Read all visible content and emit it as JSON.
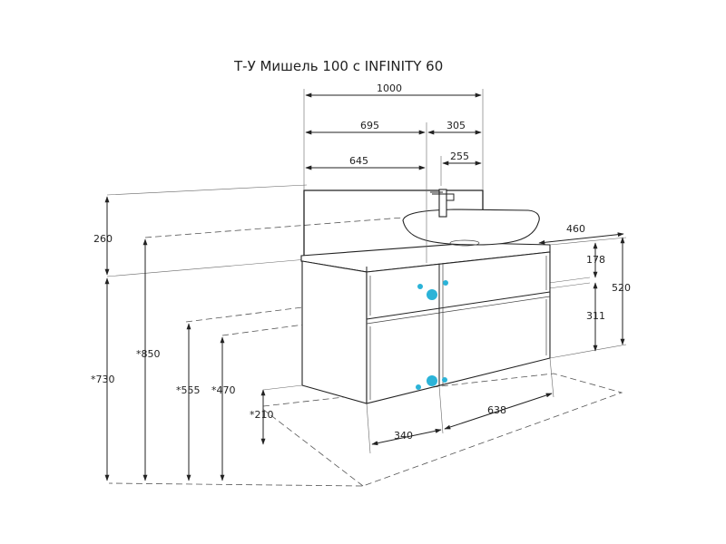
{
  "title": "Т-У Мишель 100 с  INFINITY 60",
  "dimensions": {
    "total_width": "1000",
    "left_to_tap": "695",
    "tap_to_right": "305",
    "left_to_drain": "645",
    "drain_to_right": "255",
    "depth": "460",
    "backsplash_height": "260",
    "top_drawer_height": "178",
    "bottom_drawer_height": "311",
    "cabinet_height": "520",
    "countertop_height": "*850",
    "mount_height": "*730",
    "upper_siphon_height": "*555",
    "lower_siphon_height": "*470",
    "cabinet_bottom_height": "*210",
    "bottom_left_offset": "340",
    "bottom_right_offset": "638"
  },
  "colors": {
    "line": "#222222",
    "connection_marker": "#2bb3d8"
  }
}
